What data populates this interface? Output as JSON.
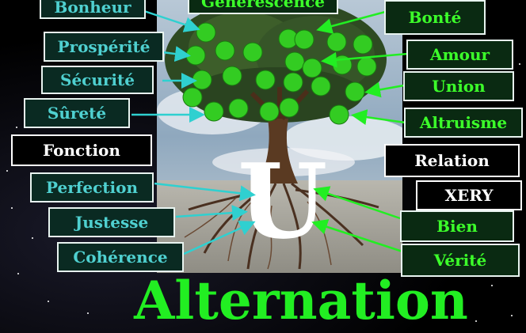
{
  "labels": {
    "bonheur": "Bonheur",
    "generescence": "Générescence",
    "bonte": "Bonté",
    "prosperite": "Prospérité",
    "amour": "Amour",
    "securite": "Sécurité",
    "union": "Union",
    "surete": "Sûreté",
    "altruisme": "Altruisme",
    "fonction": "Fonction",
    "relation": "Relation",
    "xery": "XERY",
    "perfection": "Perfection",
    "justesse": "Justesse",
    "bien": "Bien",
    "coherence": "Cohérence",
    "verite": "Vérité"
  },
  "center_letter": "U",
  "title": "Alternation",
  "colors": {
    "cyan_text": "#4fd0d0",
    "green_text": "#3cff2a",
    "title_green": "#22ee22",
    "arrow_cyan": "#2fd0d0",
    "arrow_green": "#22ee22",
    "fruit_green": "#33cc22"
  }
}
